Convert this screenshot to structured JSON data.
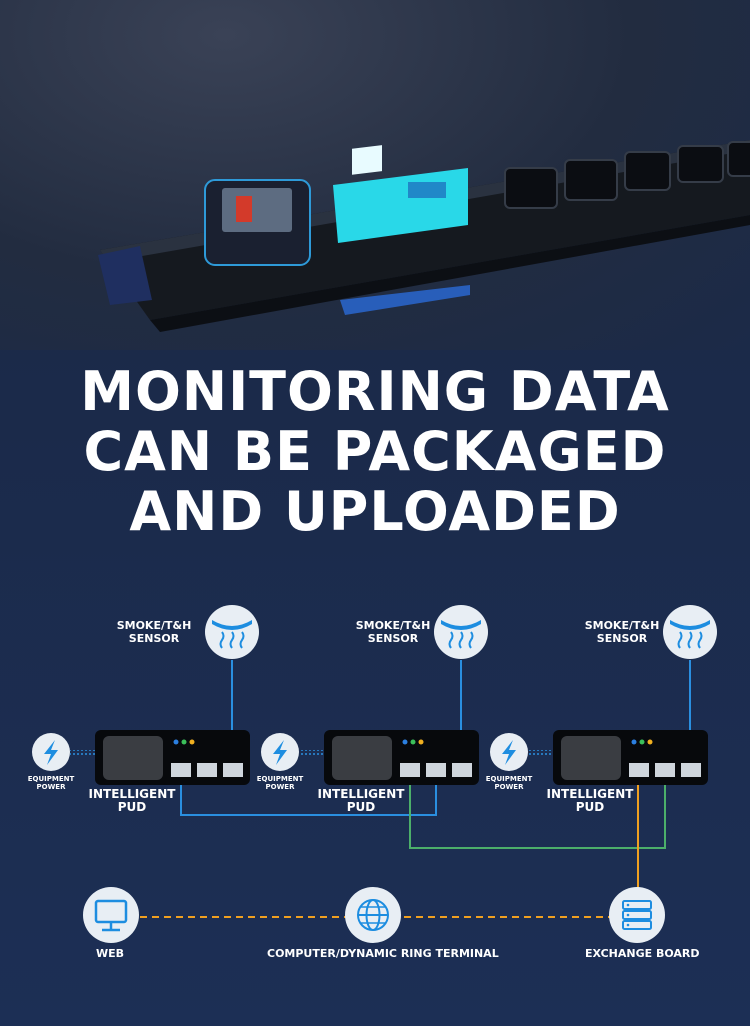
{
  "headline": {
    "line1": "MONITORING DATA",
    "line2": "CAN BE PACKAGED",
    "line3": "AND UPLOADED"
  },
  "colors": {
    "blue_line": "#2a8fe0",
    "green_line": "#4caf6a",
    "orange_line": "#f0a020",
    "sensor_fill": "#e8eef4",
    "sensor_icon": "#1d8de0",
    "indicator_blue": "#2b7fe0",
    "indicator_green": "#3bbf5a",
    "indicator_yellow": "#f0b020"
  },
  "nodes": [
    {
      "sensor_label_1": "SMOKE/T&H",
      "sensor_label_2": "SENSOR",
      "pud_label_1": "INTELLIGENT",
      "pud_label_2": "PUD",
      "power_label_1": "EQUIPMENT",
      "power_label_2": "POWER"
    },
    {
      "sensor_label_1": "SMOKE/T&H",
      "sensor_label_2": "SENSOR",
      "pud_label_1": "INTELLIGENT",
      "pud_label_2": "PUD",
      "power_label_1": "EQUIPMENT",
      "power_label_2": "POWER"
    },
    {
      "sensor_label_1": "SMOKE/T&H",
      "sensor_label_2": "SENSOR",
      "pud_label_1": "INTELLIGENT",
      "pud_label_2": "PUD",
      "power_label_1": "EQUIPMENT",
      "power_label_2": "POWER"
    }
  ],
  "bottom": {
    "web_label": "WEB",
    "terminal_label": "COMPUTER/DYNAMIC RING TERMINAL",
    "exchange_label": "EXCHANGE BOARD"
  }
}
